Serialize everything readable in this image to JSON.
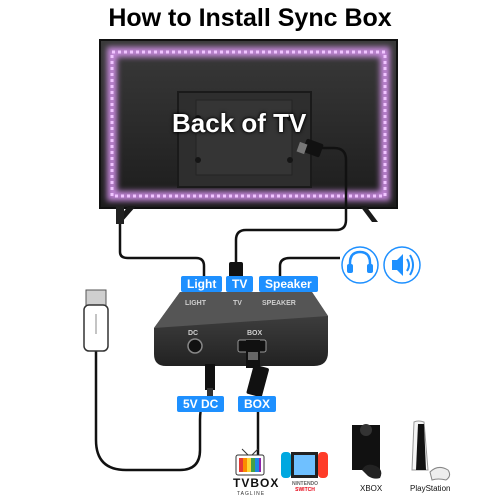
{
  "title": "How to Install Sync Box",
  "tv": {
    "label": "Back of TV"
  },
  "sync_box": {
    "top_labels": [
      "Light",
      "TV",
      "Speaker"
    ],
    "bottom_labels": [
      "5V DC",
      "BOX"
    ],
    "panel_text": {
      "dc": "DC",
      "box": "BOX",
      "light": "LIGHT",
      "tv": "TV",
      "speaker": "SPEAKER"
    }
  },
  "devices": {
    "tvbox": {
      "name": "TVBOX",
      "tagline": "TAGLINE"
    },
    "switch": {
      "line1": "NINTENDO",
      "line2": "SWITCH"
    },
    "xbox": {
      "name": "XBOX"
    },
    "playstation": {
      "name": "PlayStation"
    }
  },
  "colors": {
    "tag_blue": "#1e90ff",
    "led_glow": "#d070ff",
    "tv_body": "#2a2a2a",
    "box_body": "#3a3a3a"
  },
  "icons": [
    "usb-plug-icon",
    "headphones-icon",
    "speaker-icon",
    "hdmi-plug-icon",
    "dc-plug-icon"
  ]
}
